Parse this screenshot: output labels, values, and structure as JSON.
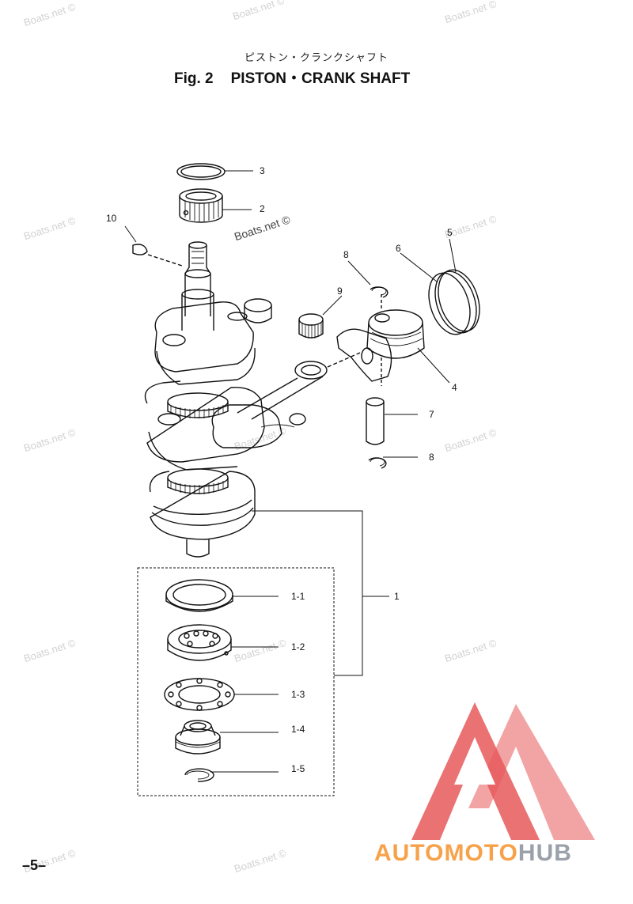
{
  "header": {
    "title_jp": "ピストン・クランクシャフト",
    "fig_label": "Fig. 2",
    "title": "PISTON・CRANK SHAFT"
  },
  "page_number": "–5–",
  "watermark_text": "Boats.net ©",
  "logo": {
    "part1": "AUTOMOTO",
    "part2": "HUB",
    "colors": {
      "accent": "#f7a24a",
      "gray": "#9aa1aa",
      "triangle": "#e8595b"
    }
  },
  "callouts": {
    "c1": "1",
    "c1_1": "1-1",
    "c1_2": "1-2",
    "c1_3": "1-3",
    "c1_4": "1-4",
    "c1_5": "1-5",
    "c2": "2",
    "c3": "3",
    "c4": "4",
    "c5": "5",
    "c6": "6",
    "c7": "7",
    "c8a": "8",
    "c8b": "8",
    "c9": "9",
    "c10": "10"
  }
}
